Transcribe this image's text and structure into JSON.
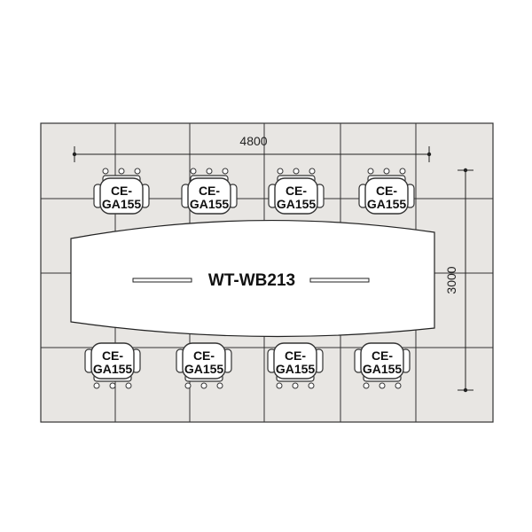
{
  "table": {
    "model": "WT-WB213",
    "fill": "#ffffff",
    "stroke": "#222222"
  },
  "chair_model": {
    "line1": "CE-",
    "line2": "GA155"
  },
  "chairs": {
    "top": [
      {
        "id": "1"
      },
      {
        "id": "2"
      },
      {
        "id": "3"
      },
      {
        "id": "4"
      }
    ],
    "bottom": [
      {
        "id": "5"
      },
      {
        "id": "6"
      },
      {
        "id": "7"
      },
      {
        "id": "8"
      }
    ]
  },
  "dimensions": {
    "width": "4800",
    "depth": "3000"
  },
  "colors": {
    "room_fill": "#e8e6e3",
    "grid_line": "#333333",
    "chair_fill": "#ffffff",
    "chair_stroke": "#333333"
  }
}
